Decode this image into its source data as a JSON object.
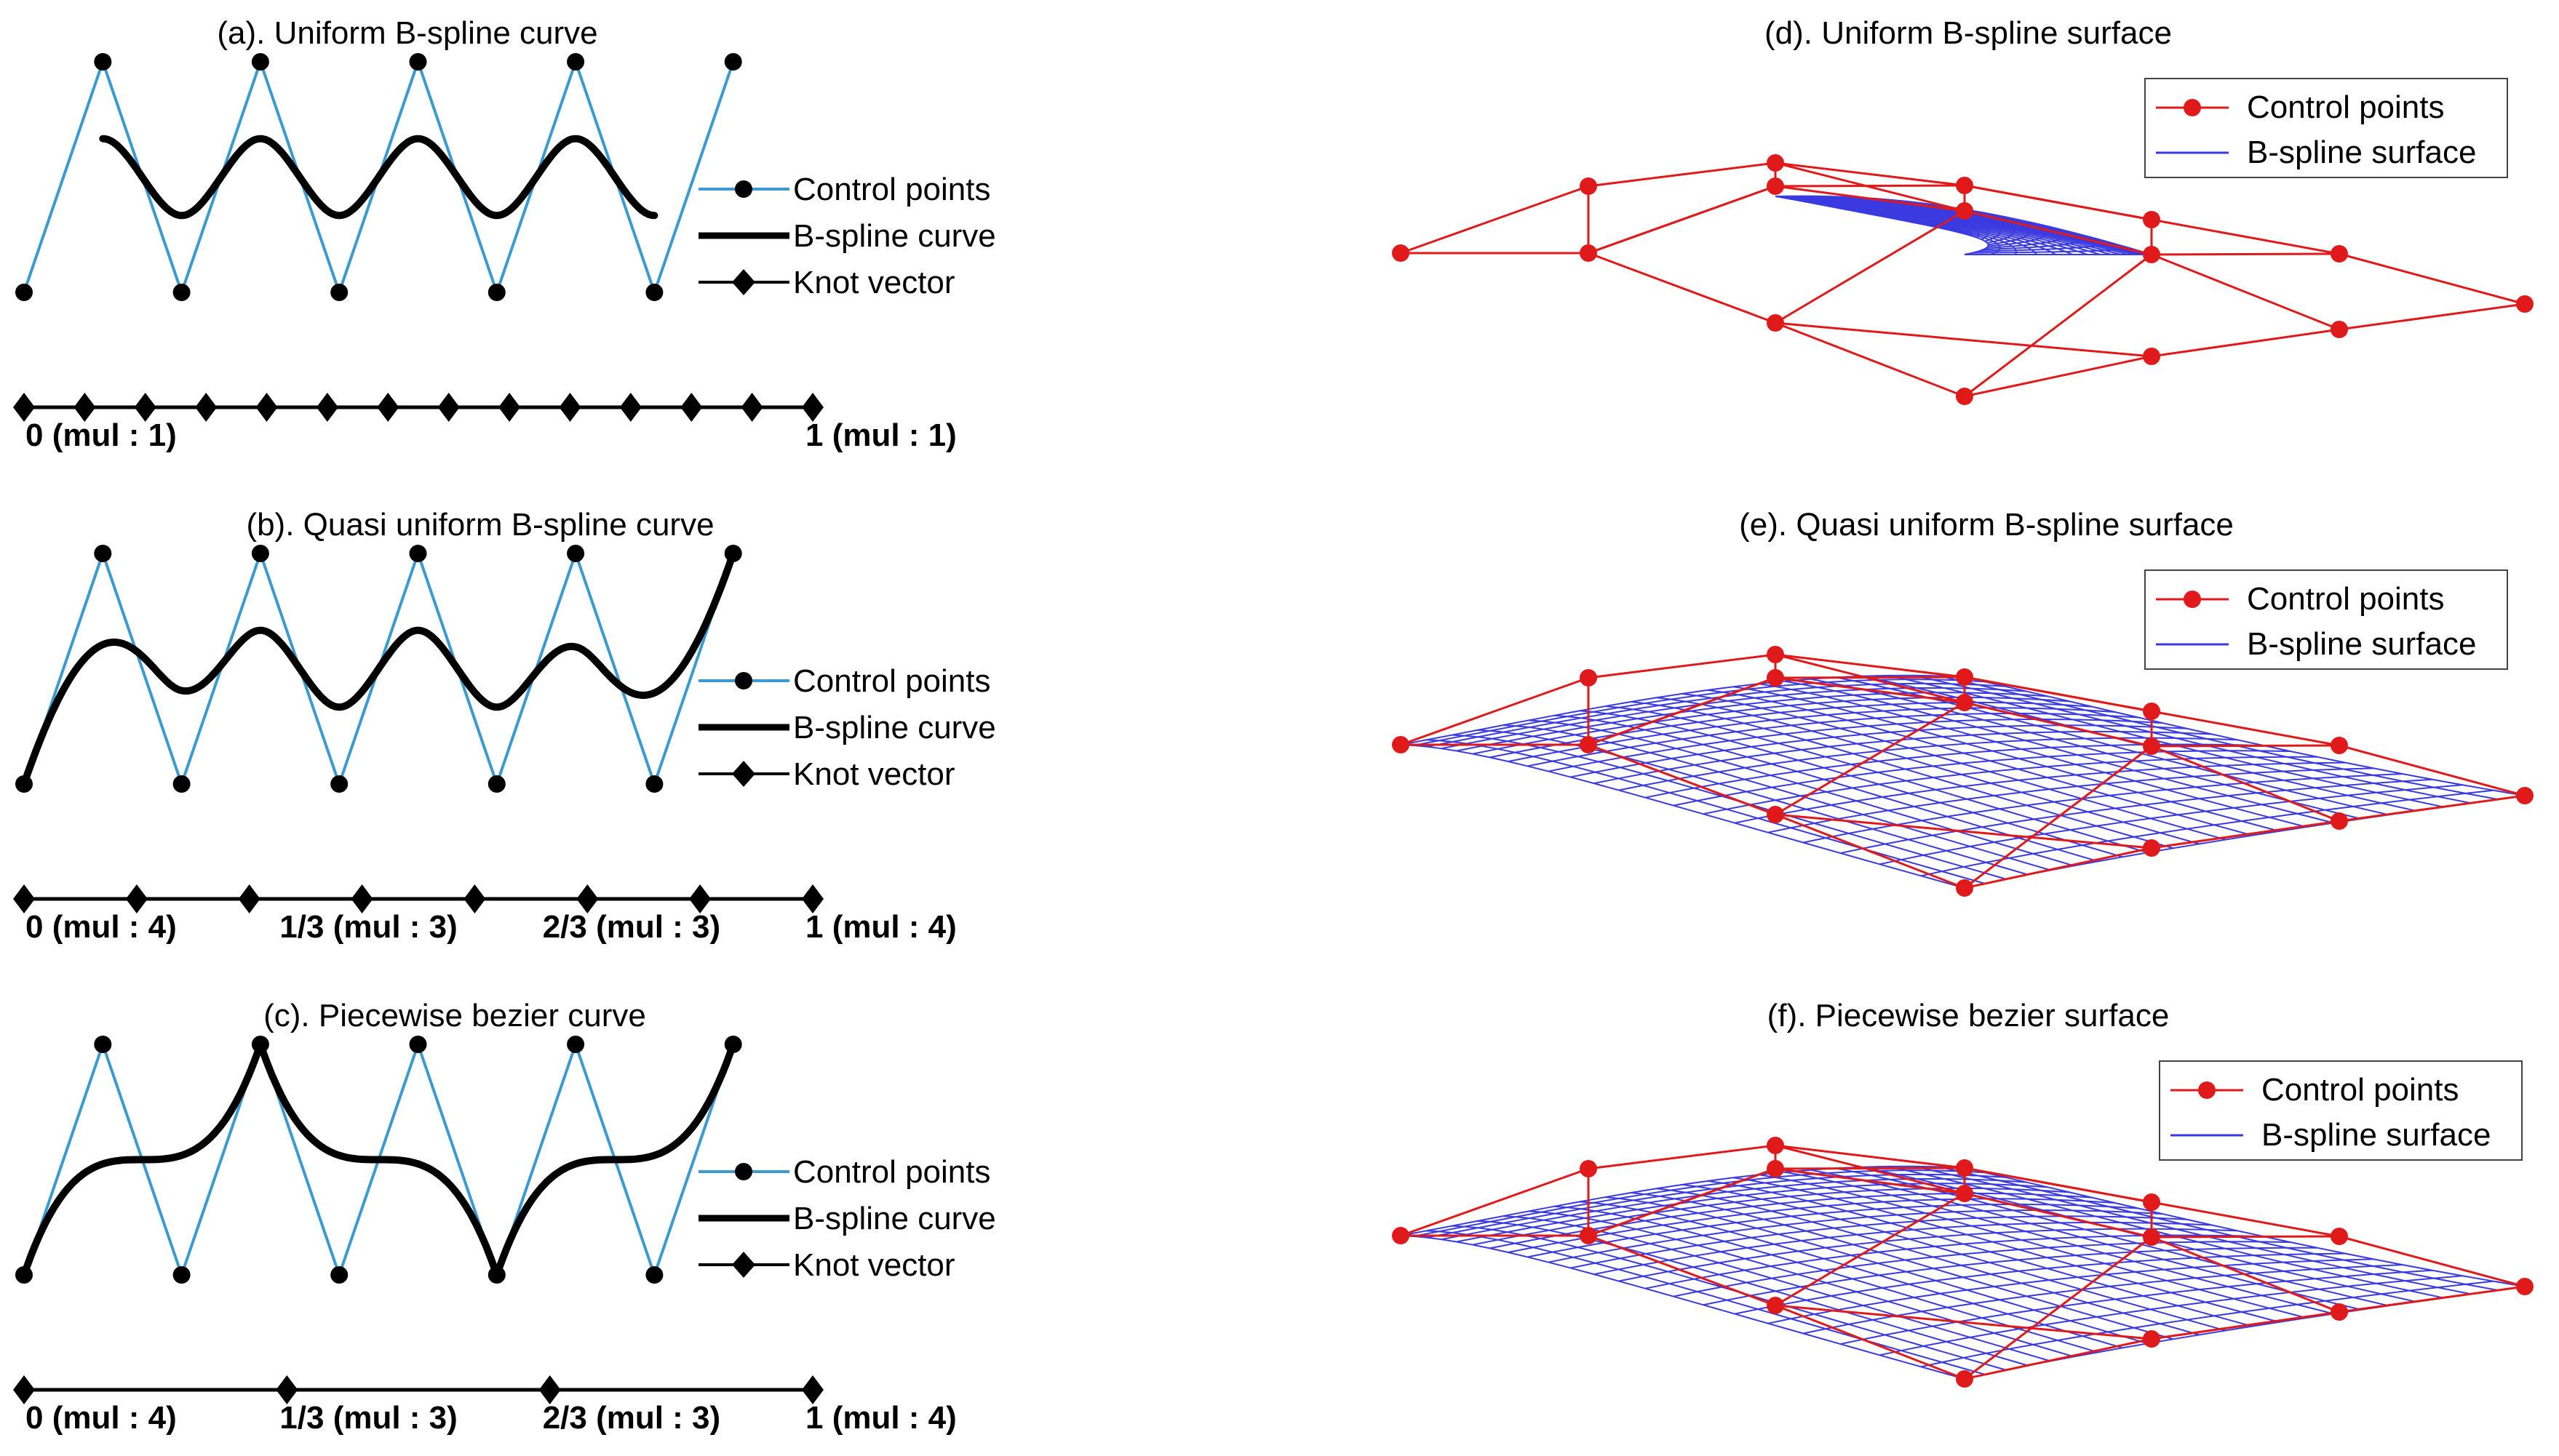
{
  "colors": {
    "control_polygon": "#3b9ad0",
    "curve": "#000000",
    "knot": "#000000",
    "surface_control": "#e01a1a",
    "surface_mesh": "#3a3ae0"
  },
  "legend_curve": {
    "control_points": "Control points",
    "bspline_curve": "B-spline curve",
    "knot_vector": "Knot vector"
  },
  "legend_surface": {
    "control_points": "Control points",
    "bspline_surface": "B-spline surface"
  },
  "panels": [
    {
      "id": "a",
      "title": "(a). Uniform B-spline curve",
      "curve_type": "uniform",
      "knot_positions": [
        0,
        0.0769,
        0.1538,
        0.2308,
        0.3077,
        0.3846,
        0.4615,
        0.5385,
        0.6154,
        0.6923,
        0.7692,
        0.8462,
        0.9231,
        1
      ],
      "knot_labels": [
        {
          "text": "0 (mul : 1)",
          "at": 0
        },
        {
          "text": "1 (mul : 1)",
          "at": 1
        }
      ]
    },
    {
      "id": "b",
      "title": "(b). Quasi uniform B-spline curve",
      "curve_type": "quasi",
      "knot_positions": [
        0,
        0.1429,
        0.2857,
        0.4286,
        0.5714,
        0.7143,
        0.8571,
        1
      ],
      "knot_labels": [
        {
          "text": "0 (mul : 4)",
          "at": 0
        },
        {
          "text": "1/3 (mul : 3)",
          "at": 0.3333
        },
        {
          "text": "2/3 (mul : 3)",
          "at": 0.6667
        },
        {
          "text": "1 (mul : 4)",
          "at": 1
        }
      ]
    },
    {
      "id": "c",
      "title": "(c). Piecewise bezier curve",
      "curve_type": "bezier",
      "knot_positions": [
        0,
        0.3333,
        0.6667,
        1
      ],
      "knot_labels": [
        {
          "text": "0 (mul : 4)",
          "at": 0
        },
        {
          "text": "1/3 (mul : 3)",
          "at": 0.3333
        },
        {
          "text": "2/3 (mul : 3)",
          "at": 0.6667
        },
        {
          "text": "1 (mul : 4)",
          "at": 1
        }
      ]
    },
    {
      "id": "d",
      "title": "(d). Uniform B-spline surface",
      "surface_type": "uniform"
    },
    {
      "id": "e",
      "title": "(e). Quasi uniform B-spline surface",
      "surface_type": "quasi"
    },
    {
      "id": "f",
      "title": "(f). Piecewise bezier surface",
      "surface_type": "bezier"
    }
  ]
}
